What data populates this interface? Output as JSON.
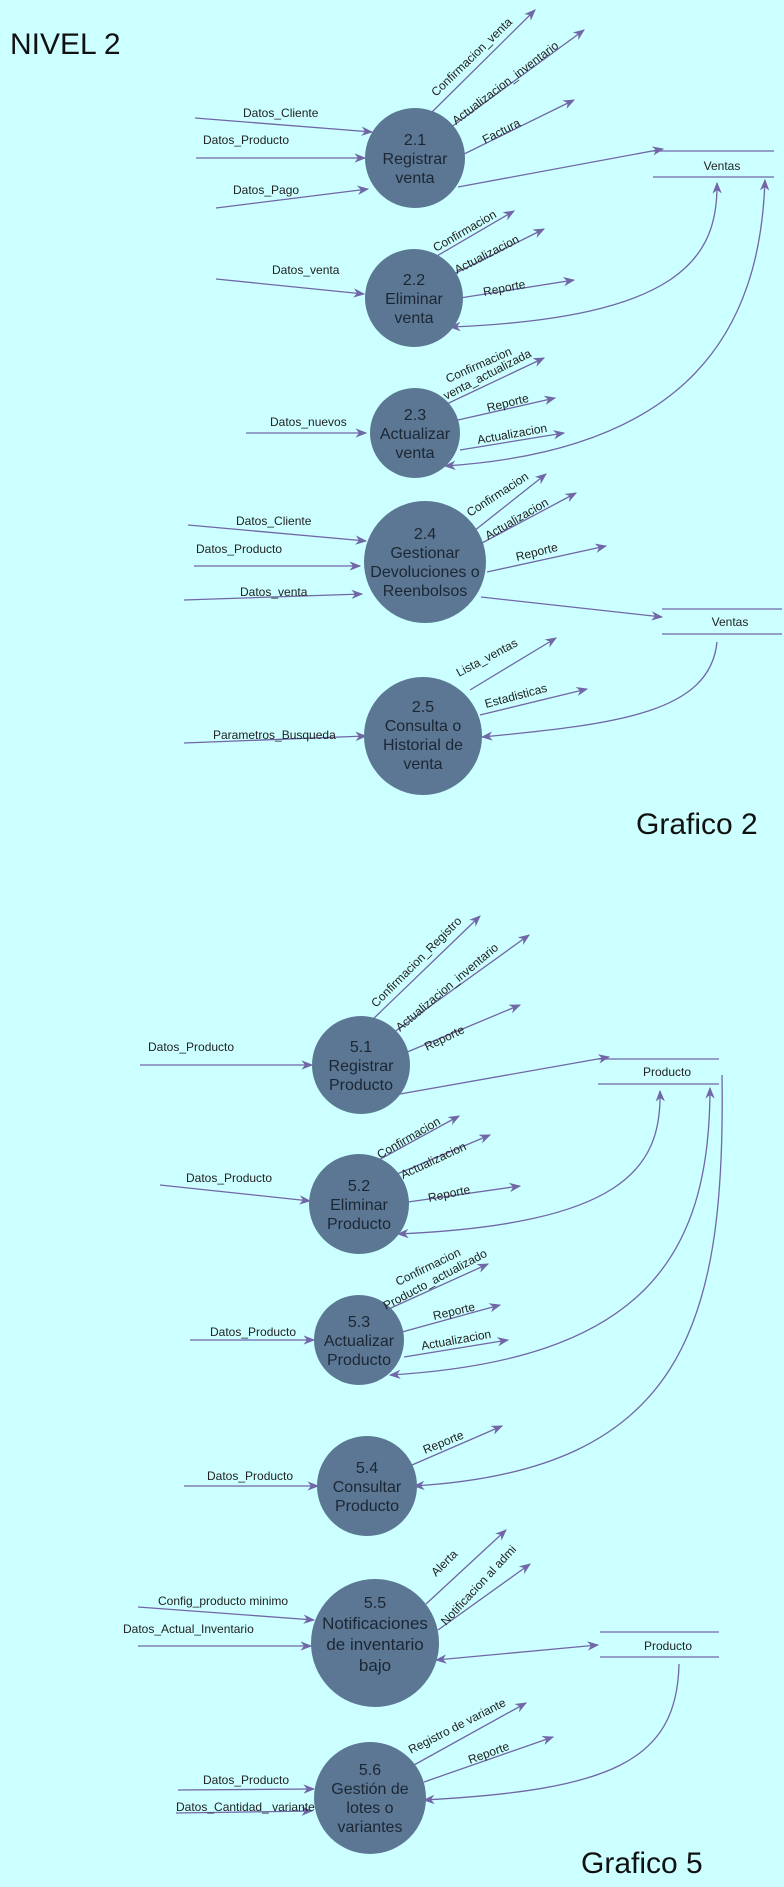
{
  "level_title": "NIVEL 2",
  "caption_2": "Grafico 2",
  "caption_5": "Grafico 5",
  "colors": {
    "background": "#ccffff",
    "process": "#5b7794",
    "arrow": "#7166a6"
  },
  "processes": [
    {
      "id": "2.1",
      "lines": [
        "2.1",
        "Registrar",
        "venta"
      ]
    },
    {
      "id": "2.2",
      "lines": [
        "2.2",
        "Eliminar",
        "venta"
      ]
    },
    {
      "id": "2.3",
      "lines": [
        "2.3",
        "Actualizar",
        "venta"
      ]
    },
    {
      "id": "2.4",
      "lines": [
        "2.4",
        "Gestionar",
        "Devoluciones o",
        "Reenbolsos"
      ]
    },
    {
      "id": "2.5",
      "lines": [
        "2.5",
        "Consulta o",
        "Historial de",
        "venta"
      ]
    },
    {
      "id": "5.1",
      "lines": [
        "5.1",
        "Registrar",
        "Producto"
      ]
    },
    {
      "id": "5.2",
      "lines": [
        "5.2",
        "Eliminar",
        "Producto"
      ]
    },
    {
      "id": "5.3",
      "lines": [
        "5.3",
        "Actualizar",
        "Producto"
      ]
    },
    {
      "id": "5.4",
      "lines": [
        "5.4",
        "Consultar",
        "Producto"
      ]
    },
    {
      "id": "5.5",
      "lines": [
        "5.5",
        "Notificaciones",
        "de inventario",
        "bajo"
      ]
    },
    {
      "id": "5.6",
      "lines": [
        "5.6",
        "Gestión de",
        "lotes o",
        "variantes"
      ]
    }
  ],
  "stores": [
    {
      "label": "Ventas"
    },
    {
      "label": "Ventas"
    },
    {
      "label": "Producto"
    },
    {
      "label": "Producto"
    }
  ],
  "flow_labels": [
    "Datos_Cliente",
    "Datos_Producto",
    "Datos_Pago",
    "Confirmacion_venta",
    "Actualizacion_inventario",
    "Factura",
    "Datos_venta",
    "Confirmacion",
    "Actualizacion",
    "Reporte",
    "Datos_nuevos",
    "Confirmacion",
    "venta_actualizada",
    "Reporte",
    "Actualizacion",
    "Datos_Cliente",
    "Datos_Producto",
    "Datos_venta",
    "Confirmacion",
    "Actualizacion",
    "Reporte",
    "Parametros_Busqueda",
    "Lista_ventas",
    "Estadisticas",
    "Datos_Producto",
    "Confirmacion_Registro",
    "Actualizacion_inventario",
    "Reporte",
    "Datos_Producto",
    "Confirmacion",
    "Actualizacion",
    "Reporte",
    "Datos_Producto",
    "Confirmacion",
    "Producto_actualizado",
    "Reporte",
    "Actualizacion",
    "Datos_Producto",
    "Reporte",
    "Config_producto minimo",
    "Datos_Actual_Inventario",
    "Alerta",
    "Notificacion al admi",
    "Datos_Producto",
    "Datos_Cantidad_ variante",
    "Registro de variante",
    "Reporte"
  ]
}
